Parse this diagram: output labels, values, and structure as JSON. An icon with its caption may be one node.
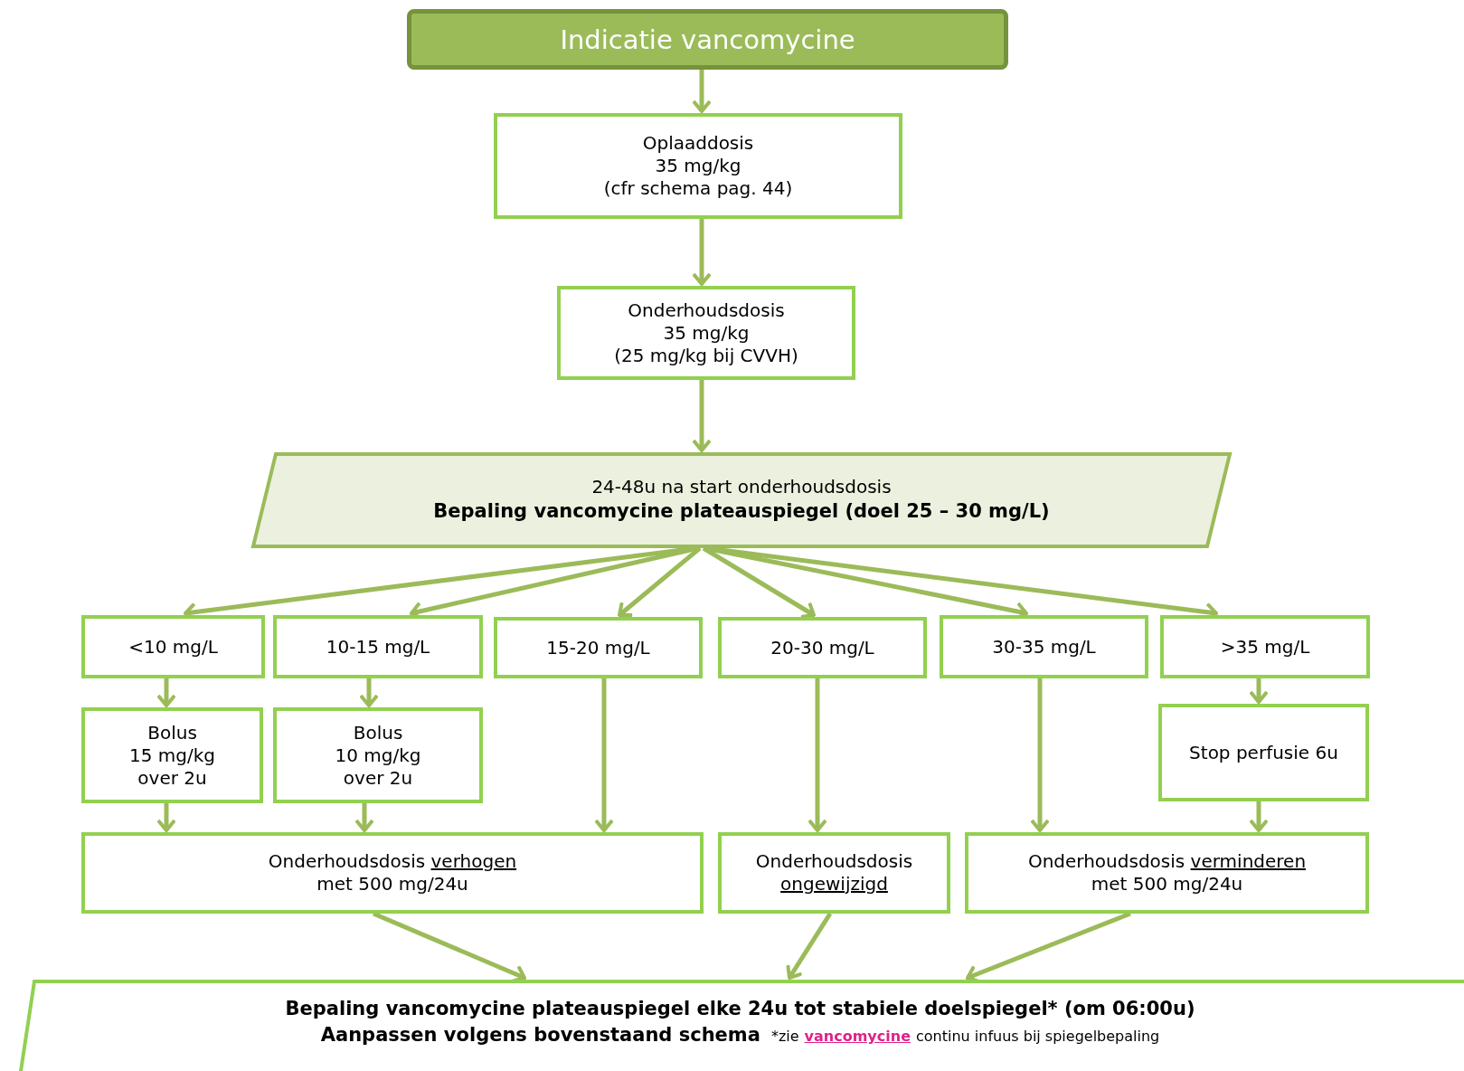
{
  "diagram": {
    "nodes": [
      {
        "text": [
          "Indicatie vancomycine"
        ]
      },
      {
        "text": [
          "Oplaaddosis",
          "35 mg/kg",
          "(cfr schema pag. 44)"
        ]
      },
      {
        "text": [
          "Onderhoudsdosis",
          "35 mg/kg",
          "(25 mg/kg bij CVVH)"
        ]
      },
      {
        "text": [
          "24-48u na start onderhoudsdosis",
          "Bepaling vancomycine plateauspiegel (doel 25 – 30 mg/L)"
        ]
      },
      {
        "text": [
          "<10 mg/L"
        ]
      },
      {
        "text": [
          "10-15 mg/L"
        ]
      },
      {
        "text": [
          "15-20 mg/L"
        ]
      },
      {
        "text": [
          "20-30 mg/L"
        ]
      },
      {
        "text": [
          "30-35 mg/L"
        ]
      },
      {
        "text": [
          ">35 mg/L"
        ]
      },
      {
        "text": [
          "Bolus",
          "15 mg/kg",
          "over 2u"
        ]
      },
      {
        "text": [
          "Bolus",
          "10 mg/kg",
          "over 2u"
        ]
      },
      {
        "text": [
          "Stop perfusie 6u"
        ]
      },
      {
        "text": [
          "Onderhoudsdosis *verhogen*",
          "met 500 mg/24u"
        ]
      },
      {
        "text": [
          "Onderhoudsdosis",
          "*ongewijzigd*"
        ]
      },
      {
        "text": [
          "Onderhoudsdosis *verminderen*",
          "met 500 mg/24u"
        ]
      },
      {
        "text": [
          "Bepaling vancomycine plateauspiegel elke 24u tot stabiele doelspiegel* (om 06:00u)",
          "Aanpassen volgens bovenstaand schema",
          "*zie",
          "vancomycine",
          "continu infuus bij spiegelbepaling"
        ]
      }
    ],
    "edges": [
      {
        "from": 0,
        "to": 1,
        "arrow": "to"
      },
      {
        "from": 1,
        "to": 2,
        "arrow": "to"
      },
      {
        "from": 2,
        "to": 3,
        "arrow": "to"
      },
      {
        "from": 3,
        "to": 4,
        "arrow": "to"
      },
      {
        "from": 3,
        "to": 5,
        "arrow": "to"
      },
      {
        "from": 3,
        "to": 6,
        "arrow": "to"
      },
      {
        "from": 3,
        "to": 7,
        "arrow": "to"
      },
      {
        "from": 3,
        "to": 8,
        "arrow": "to"
      },
      {
        "from": 3,
        "to": 9,
        "arrow": "to"
      },
      {
        "from": 4,
        "to": 10,
        "arrow": "to"
      },
      {
        "from": 5,
        "to": 11,
        "arrow": "to"
      },
      {
        "from": 6,
        "to": 13,
        "arrow": "to"
      },
      {
        "from": 7,
        "to": 14,
        "arrow": "to"
      },
      {
        "from": 8,
        "to": 15,
        "arrow": "to"
      },
      {
        "from": 9,
        "to": 12,
        "arrow": "to"
      },
      {
        "from": 10,
        "to": 13,
        "arrow": "to"
      },
      {
        "from": 11,
        "to": 13,
        "arrow": "to"
      },
      {
        "from": 12,
        "to": 15,
        "arrow": "to"
      },
      {
        "from": 13,
        "to": 16,
        "arrow": "to"
      },
      {
        "from": 14,
        "to": 16,
        "arrow": "to"
      },
      {
        "from": 15,
        "to": 16,
        "arrow": "to"
      }
    ]
  }
}
